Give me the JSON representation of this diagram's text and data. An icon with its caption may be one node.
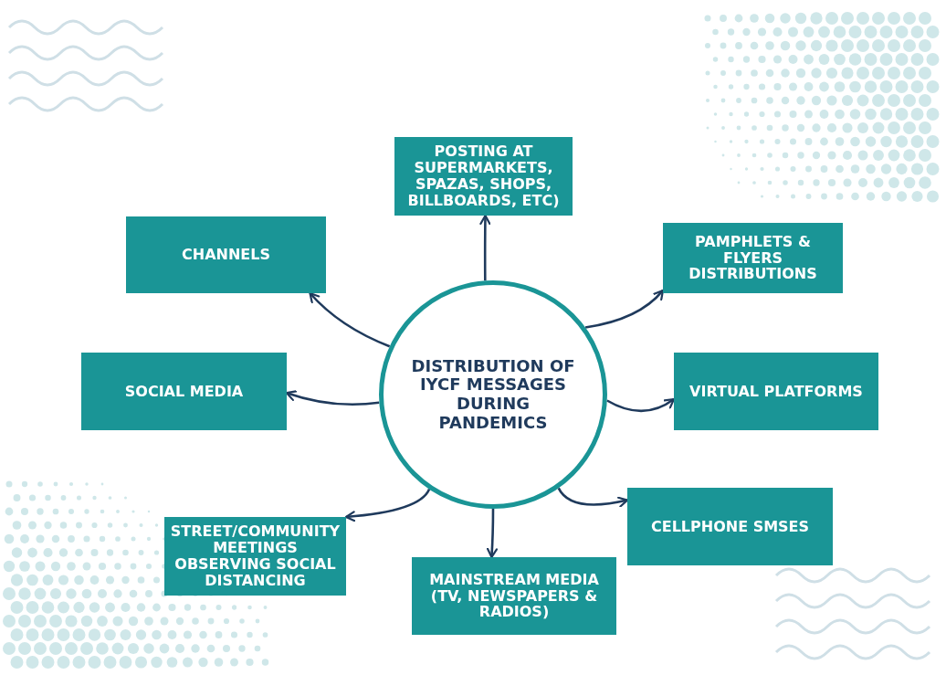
{
  "diagram": {
    "nodes": [
      {
        "text": [
          "DISTRIBUTION OF IYCF MESSAGES DURING PANDEMICS"
        ]
      },
      {
        "text": [
          "POSTING AT SUPERMARKETS, SPAZAS, SHOPS, BILLBOARDS, ETC)"
        ]
      },
      {
        "text": [
          "CHANNELS"
        ]
      },
      {
        "text": [
          "PAMPHLETS & FLYERS DISTRIBUTIONS"
        ]
      },
      {
        "text": [
          "SOCIAL MEDIA"
        ]
      },
      {
        "text": [
          "VIRTUAL PLATFORMS"
        ]
      },
      {
        "text": [
          "STREET/COMMUNITY MEETINGS OBSERVING SOCIAL DISTANCING"
        ]
      },
      {
        "text": [
          "MAINSTREAM MEDIA (TV, NEWSPAPERS & RADIOS)"
        ]
      },
      {
        "text": [
          "CELLPHONE SMSES"
        ]
      }
    ],
    "edges": [
      {
        "from": 0,
        "to": 1,
        "arrow": "to"
      },
      {
        "from": 0,
        "to": 2,
        "arrow": "to"
      },
      {
        "from": 0,
        "to": 3,
        "arrow": "to"
      },
      {
        "from": 0,
        "to": 4,
        "arrow": "to"
      },
      {
        "from": 0,
        "to": 5,
        "arrow": "to"
      },
      {
        "from": 0,
        "to": 6,
        "arrow": "to"
      },
      {
        "from": 0,
        "to": 7,
        "arrow": "to"
      },
      {
        "from": 0,
        "to": 8,
        "arrow": "to"
      }
    ]
  }
}
